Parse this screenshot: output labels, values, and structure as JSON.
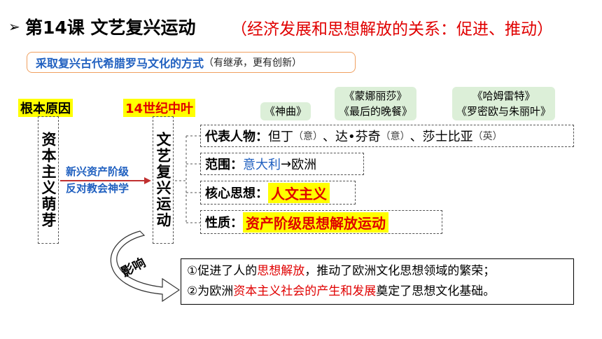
{
  "title": {
    "arrow": "➢",
    "main": "第14课  文艺复兴运动",
    "note": "（经济发展和思想解放的关系：促进、推动）"
  },
  "method": {
    "main": "采取复兴古代希腊罗马文化的方式",
    "sub": "（有继承，更有创新）"
  },
  "cause": {
    "label": "根本原因",
    "box": "资本主义萌芽",
    "reason_line1": "新兴资产阶级",
    "reason_line2": "反对教会神学"
  },
  "time": {
    "label": "14世纪中叶",
    "box": "文艺复兴运动"
  },
  "works": {
    "dante": "《神曲》",
    "davinci_1": "《蒙娜丽莎》",
    "davinci_2": "《最后的晚餐》",
    "shakespeare_1": "《哈姆雷特》",
    "shakespeare_2": "《罗密欧与朱丽叶》"
  },
  "rows": {
    "figures": {
      "label": "代表人物：",
      "p1": "但丁",
      "p1_note": "（意）",
      "sep1": "、",
      "p2": "达•芬奇",
      "p2_note": "（意）",
      "sep2": "、",
      "p3": "莎士比亚",
      "p3_note": "（英）"
    },
    "scope": {
      "label": "范围：",
      "place": "意大利",
      "arrow": "→",
      "to": "欧洲"
    },
    "core": {
      "label": "核心思想：",
      "value": "人文主义"
    },
    "nature": {
      "label": "性质：",
      "value": "资产阶级思想解放运动"
    }
  },
  "impact": {
    "label": "影响",
    "l1_a": "①促进了人的",
    "l1_b": "思想解放",
    "l1_c": "，推动了欧洲文化思想领域的繁荣；",
    "l2_a": "②为欧洲",
    "l2_b": "资本主义社会的产生和发展",
    "l2_c": "奠定了思想文化基础。"
  },
  "colors": {
    "red": "#e00000",
    "blue": "#2060c0",
    "yellow": "#ffff00",
    "green_tag": "#dcefd8",
    "method_border": "#f0a060"
  }
}
